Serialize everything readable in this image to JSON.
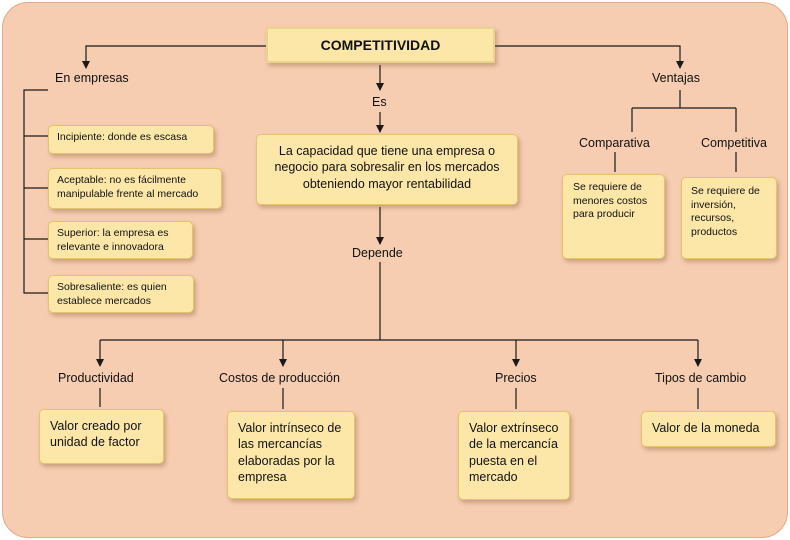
{
  "title": "COMPETITIVIDAD",
  "left": {
    "heading": "En empresas",
    "items": [
      "Incipiente: donde es escasa",
      "Aceptable: no es fácilmente manipulable frente al mercado",
      "Superior: la empresa es relevante e innovadora",
      "Sobresaliente: es quien establece mercados"
    ]
  },
  "center": {
    "label_es": "Es",
    "definition": "La capacidad que tiene una empresa o negocio para sobresalir en los mercados obteniendo mayor rentabilidad",
    "label_depende": "Depende"
  },
  "right": {
    "heading": "Ventajas",
    "comparativa": {
      "label": "Comparativa",
      "text": "Se requiere de menores costos para producir"
    },
    "competitiva": {
      "label": "Competitiva",
      "text": "Se requiere de inversión, recursos, productos"
    }
  },
  "factors": [
    {
      "label": "Productividad",
      "text": "Valor creado por unidad de factor"
    },
    {
      "label": "Costos de producción",
      "text": "Valor intrínseco de las mercancías elaboradas por la empresa"
    },
    {
      "label": "Precios",
      "text": "Valor extrínseco de la mercancía puesta en el mercado"
    },
    {
      "label": "Tipos de cambio",
      "text": "Valor de la moneda"
    }
  ],
  "colors": {
    "background": "#f7cdb1",
    "box_fill": "#fce7a9",
    "box_border": "#e3c46a",
    "connector": "#1a1a1a"
  }
}
